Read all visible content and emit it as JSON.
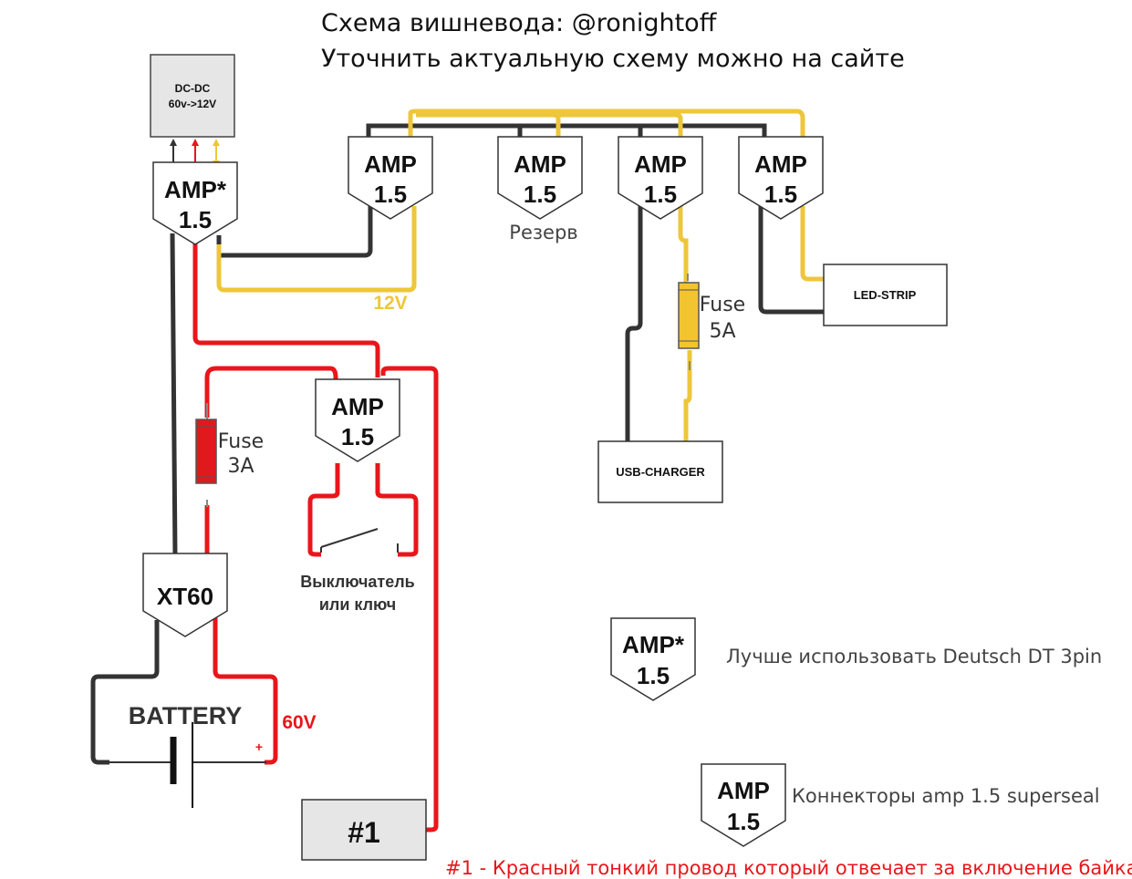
{
  "title": {
    "line1": "Схема вишневода: @ronightoff",
    "line2": "Уточнить актуальную схему можно на сайте"
  },
  "dcdc": {
    "line1": "DC-DC",
    "line2": "60v->12V"
  },
  "connectors": {
    "amp_label": "AMP",
    "amp_star_label": "AMP*",
    "amp_value": "1.5",
    "xt60": "XT60"
  },
  "labels": {
    "reserve": "Резерв",
    "v12": "12V",
    "v60": "60V",
    "battery": "BATTERY",
    "plus": "+",
    "fuse": "Fuse",
    "fuse3": "3A",
    "fuse5": "5A",
    "switch_line1": "Выключатель",
    "switch_line2": "или ключ",
    "led_strip": "LED-STRIP",
    "usb_charger": "USB-CHARGER",
    "ref1": "#1"
  },
  "legend": {
    "deutsch": "Лучше использовать Deutsch DT 3pin",
    "superseal": "Коннекторы amp 1.5 superseal",
    "note": "#1 - Красный тонкий провод который отвечает за включение байка"
  },
  "colors": {
    "black": "#333333",
    "red": "#e8161b",
    "yellow": "#eec63a",
    "fuse_red": "#e0191d",
    "fuse_yellow": "#f2c530",
    "box_grey": "#e6e6e6"
  }
}
